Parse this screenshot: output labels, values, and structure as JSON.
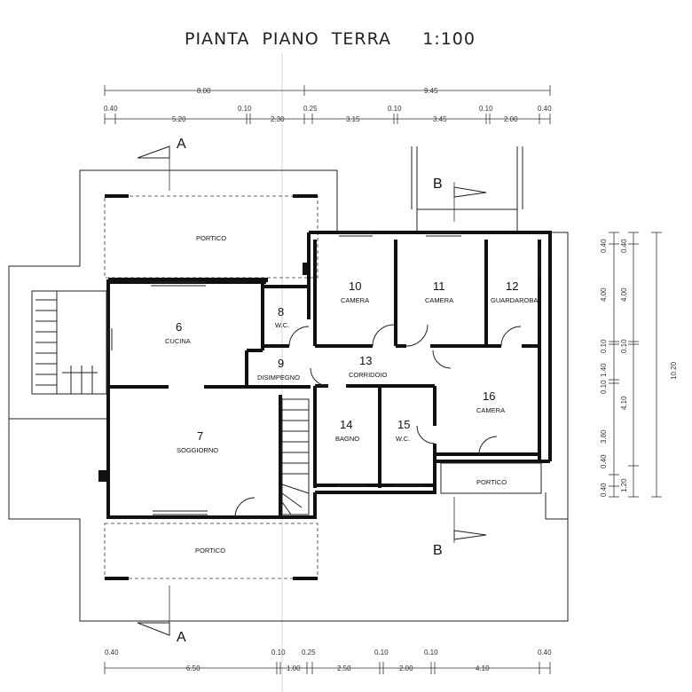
{
  "title": "PIANTA  PIANO  TERRA     1:100",
  "rooms": {
    "portico_north": "PORTICO",
    "cucina_num": "6",
    "cucina_name": "CUCINA",
    "soggiorno_num": "7",
    "soggiorno_name": "SOGGIORNO",
    "wc8_num": "8",
    "wc8_name": "W.C.",
    "disimpegno_num": "9",
    "disimpegno_name": "DISIMPEGNO",
    "camera10_num": "10",
    "camera10_name": "CAMERA",
    "camera11_num": "11",
    "camera11_name": "CAMERA",
    "guardaroba_num": "12",
    "guardaroba_name": "GUARDAROBA",
    "corridoio_num": "13",
    "corridoio_name": "CORRIDOIO",
    "bagno_num": "14",
    "bagno_name": "BAGNO",
    "wc15_num": "15",
    "wc15_name": "W.C.",
    "camera16_num": "16",
    "camera16_name": "CAMERA",
    "portico_east": "PORTICO",
    "portico_south": "PORTICO"
  },
  "sections": {
    "a_top": "A",
    "a_bottom": "A",
    "b_top": "B",
    "b_bottom": "B"
  },
  "dims_top": {
    "total_left": "8.00",
    "total_right": "9.45",
    "d1": "0.40",
    "d2": "5.20",
    "d3": "0.10",
    "d4": "2.30",
    "d5": "0.25",
    "d6": "3.15",
    "d7": "0.10",
    "d8": "3.45",
    "d9": "0.10",
    "d10": "2.00",
    "d11": "0.40"
  },
  "dims_right": {
    "total": "10.20",
    "a1": "0.40",
    "a2": "4.00",
    "a3": "0.10",
    "a4": "1.40",
    "a5": "0.10",
    "a6": "3.80",
    "a7": "0.40",
    "a8": "0.40",
    "b1": "0.40",
    "b2": "4.00",
    "b3": "0.10",
    "b4": "4.10",
    "b5": "1.20"
  },
  "dims_bottom": {
    "b1": "0.40",
    "b2": "0.10",
    "b3": "0.25",
    "b4": "0.10",
    "b5": "0.10",
    "b6": "0.40",
    "b7": "6.50",
    "b8": "1.00",
    "b9": "2.50",
    "b10": "2.00",
    "b11": "4.10"
  }
}
